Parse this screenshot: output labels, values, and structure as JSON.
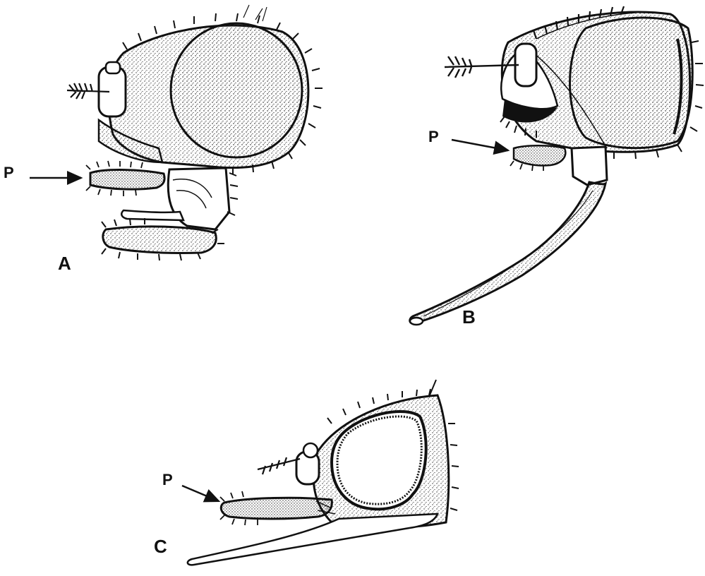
{
  "panels": {
    "a": {
      "letter": "A",
      "pointer": "P"
    },
    "b": {
      "letter": "B",
      "pointer": "P"
    },
    "c": {
      "letter": "C",
      "pointer": "P"
    }
  },
  "colors": {
    "ink": "#111111",
    "stipple": "#333333",
    "paper": "#ffffff"
  }
}
